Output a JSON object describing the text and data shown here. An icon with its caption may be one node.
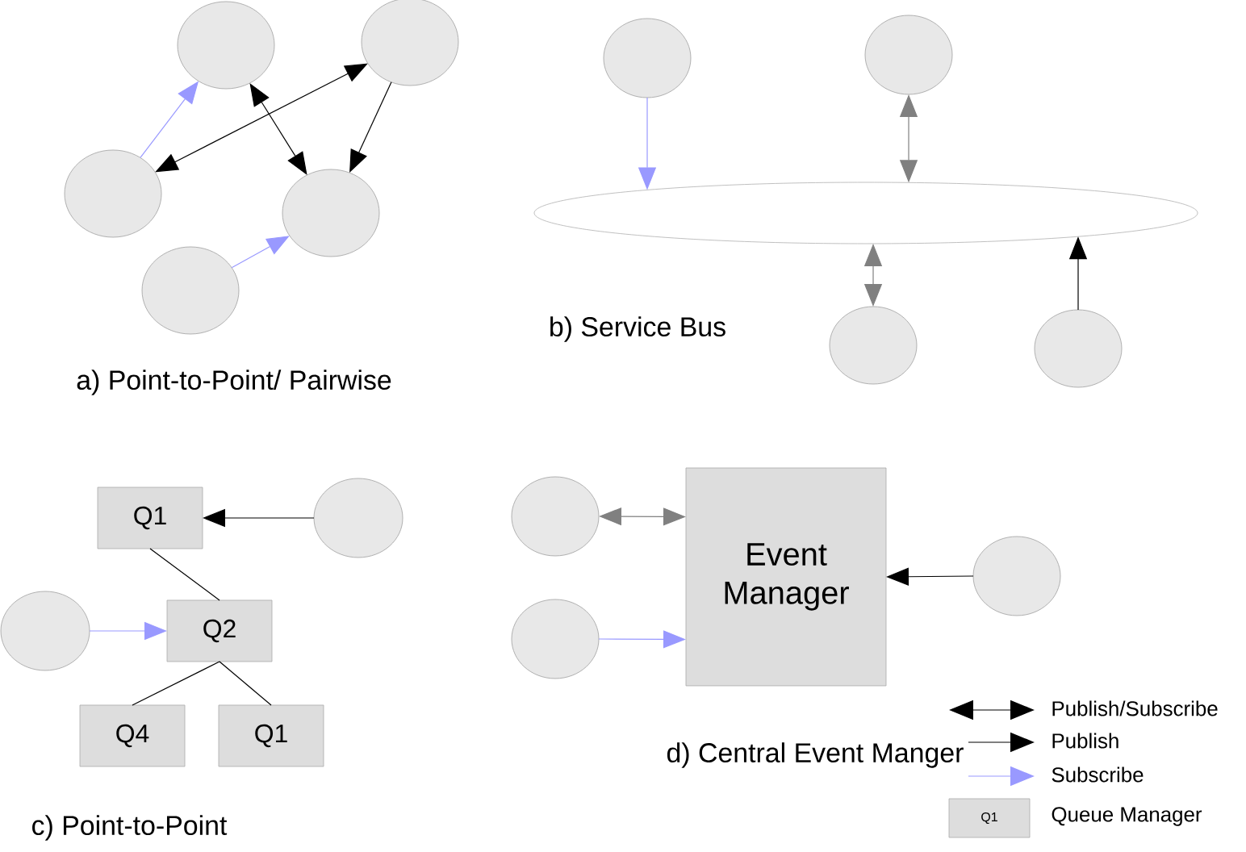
{
  "diagram": {
    "nodes": [
      {
        "text": [],
        "shape": "circle"
      },
      {
        "text": [],
        "shape": "circle"
      },
      {
        "text": [],
        "shape": "circle"
      },
      {
        "text": [],
        "shape": "circle"
      },
      {
        "text": [],
        "shape": "circle"
      },
      {
        "text": [],
        "shape": "circle"
      },
      {
        "text": [],
        "shape": "circle"
      },
      {
        "text": [],
        "shape": "ellipse"
      },
      {
        "text": [],
        "shape": "circle"
      },
      {
        "text": [],
        "shape": "circle"
      },
      {
        "text": [
          "Q1"
        ]
      },
      {
        "text": [],
        "shape": "circle"
      },
      {
        "text": [],
        "shape": "circle"
      },
      {
        "text": [
          "Q2"
        ]
      },
      {
        "text": [
          "Q4"
        ]
      },
      {
        "text": [
          "Q1"
        ]
      },
      {
        "text": [],
        "shape": "circle"
      },
      {
        "text": [
          "Event Manager"
        ]
      },
      {
        "text": [],
        "shape": "circle"
      },
      {
        "text": [],
        "shape": "circle"
      }
    ],
    "edges": [
      {
        "from": 2,
        "to": 0,
        "arrow": "to",
        "color": "#9999ff"
      },
      {
        "from": 1,
        "to": 2,
        "arrow": "both"
      },
      {
        "from": 0,
        "to": 3,
        "arrow": "both"
      },
      {
        "from": 1,
        "to": 3,
        "arrow": "to"
      },
      {
        "from": 4,
        "to": 3,
        "arrow": "to",
        "color": "#9999ff"
      },
      {
        "from": 5,
        "to": 7,
        "arrow": "to",
        "color": "#9999ff"
      },
      {
        "from": 6,
        "to": 7,
        "arrow": "both",
        "color": "#808080"
      },
      {
        "from": 8,
        "to": 7,
        "arrow": "both",
        "color": "#808080"
      },
      {
        "from": 9,
        "to": 7,
        "arrow": "to"
      },
      {
        "from": 11,
        "to": 10,
        "arrow": "to"
      },
      {
        "from": 10,
        "to": 13,
        "arrow": "none"
      },
      {
        "from": 12,
        "to": 13,
        "arrow": "to",
        "color": "#9999ff"
      },
      {
        "from": 13,
        "to": 14,
        "arrow": "none"
      },
      {
        "from": 13,
        "to": 15,
        "arrow": "none"
      },
      {
        "from": 16,
        "to": 17,
        "arrow": "both",
        "color": "#808080"
      },
      {
        "from": 19,
        "to": 17,
        "arrow": "to",
        "color": "#9999ff"
      },
      {
        "from": 18,
        "to": 17,
        "arrow": "to"
      }
    ],
    "labels": [
      "a) Point-to-Point/ Pairwise",
      "b) Service Bus",
      "c) Point-to-Point",
      "d) Central Event Manger",
      "Q1"
    ],
    "legend": [
      {
        "text": "Publish/Subscribe"
      },
      {
        "text": "Publish"
      },
      {
        "text": "Subscribe"
      },
      {
        "text": "Queue Manager"
      }
    ]
  }
}
